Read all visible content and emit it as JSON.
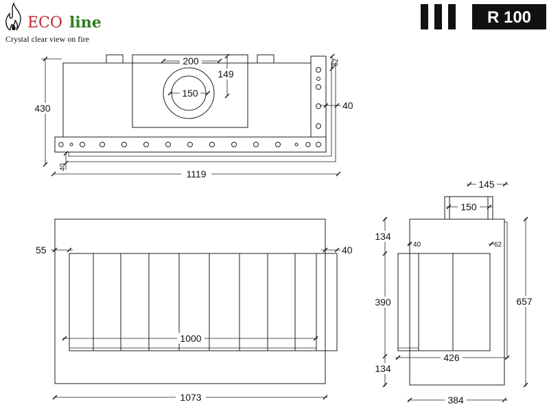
{
  "brand": {
    "name_eco": "ECO",
    "name_line": "line",
    "tagline": "Crystal clear view on fire",
    "accent_red": "#c0272d",
    "accent_green": "#2f7d1e"
  },
  "model": {
    "label": "R 100"
  },
  "top_view": {
    "dim_width": "1119",
    "dim_height": "430",
    "dim_flue_offset": "200",
    "dim_flue_depth": "149",
    "dim_flue_diameter": "150",
    "dim_side_frame": "40",
    "dim_corner": "62",
    "dim_bottom_frame": "40"
  },
  "front_view": {
    "dim_width": "1073",
    "dim_glass_width": "1000",
    "dim_left_margin": "55",
    "dim_right_frame": "40"
  },
  "side_view": {
    "dim_flue_outer": "145",
    "dim_flue_inner": "150",
    "dim_top_height": "134",
    "dim_bottom_height": "134",
    "dim_glass_height": "390",
    "dim_total_height": "657",
    "dim_depth_inner": "426",
    "dim_depth": "384",
    "dim_left_frame": "40",
    "dim_right_frame": "62"
  }
}
